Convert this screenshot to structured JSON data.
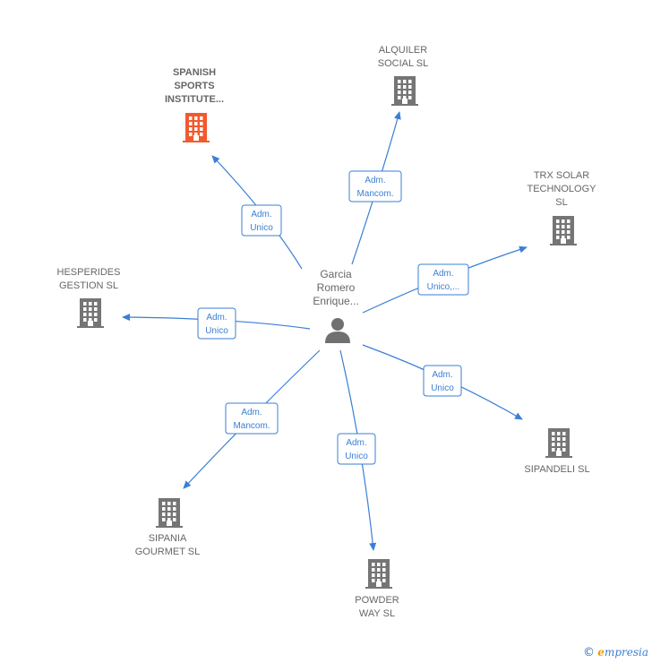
{
  "center": {
    "name_lines": [
      "Garcia",
      "Romero",
      "Enrique..."
    ],
    "icon": "person-icon"
  },
  "companies": [
    {
      "id": "spanish-sports",
      "lines": [
        "SPANISH",
        "SPORTS",
        "INSTITUTE..."
      ],
      "highlight": true,
      "color": "#f25a2e",
      "role_lines": [
        "Adm.",
        "Unico"
      ]
    },
    {
      "id": "alquiler-social",
      "lines": [
        "ALQUILER",
        "SOCIAL SL"
      ],
      "highlight": false,
      "color": "#757575",
      "role_lines": [
        "Adm.",
        "Mancom."
      ]
    },
    {
      "id": "trx-solar",
      "lines": [
        "TRX SOLAR",
        "TECHNOLOGY",
        "SL"
      ],
      "highlight": false,
      "color": "#757575",
      "role_lines": [
        "Adm.",
        "Unico,..."
      ]
    },
    {
      "id": "hesperides",
      "lines": [
        "HESPERIDES",
        "GESTION SL"
      ],
      "highlight": false,
      "color": "#757575",
      "role_lines": [
        "Adm.",
        "Unico"
      ]
    },
    {
      "id": "sipandeli",
      "lines": [
        "SIPANDELI SL"
      ],
      "highlight": false,
      "color": "#757575",
      "role_lines": [
        "Adm.",
        "Unico"
      ]
    },
    {
      "id": "sipania-gourmet",
      "lines": [
        "SIPANIA",
        "GOURMET SL"
      ],
      "highlight": false,
      "color": "#757575",
      "role_lines": [
        "Adm.",
        "Mancom."
      ]
    },
    {
      "id": "powder-way",
      "lines": [
        "POWDER",
        "WAY  SL"
      ],
      "highlight": false,
      "color": "#757575",
      "role_lines": [
        "Adm.",
        "Unico"
      ]
    }
  ],
  "colors": {
    "edge": "#3a7fd5",
    "person": "#707070"
  },
  "footer": {
    "copyright": "©",
    "brand_first": "e",
    "brand_rest": "mpresia"
  }
}
